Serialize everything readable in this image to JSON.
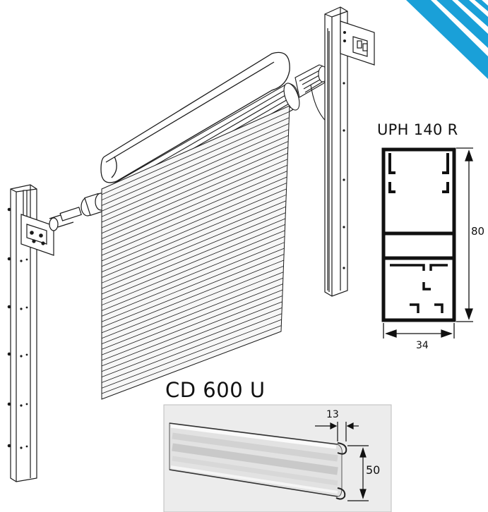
{
  "labels": {
    "uph_profile": "UPH 140 R",
    "cd_profile": "CD 600 U"
  },
  "dimensions": {
    "uph_height": "80",
    "uph_width": "34",
    "cd_lip": "13",
    "cd_height": "50"
  },
  "colors": {
    "line": "#1a1a1a",
    "slat_fill": "#f7f7f7",
    "photo_bg": "#ebebeb",
    "corner_blue": "#1aa0d8"
  }
}
